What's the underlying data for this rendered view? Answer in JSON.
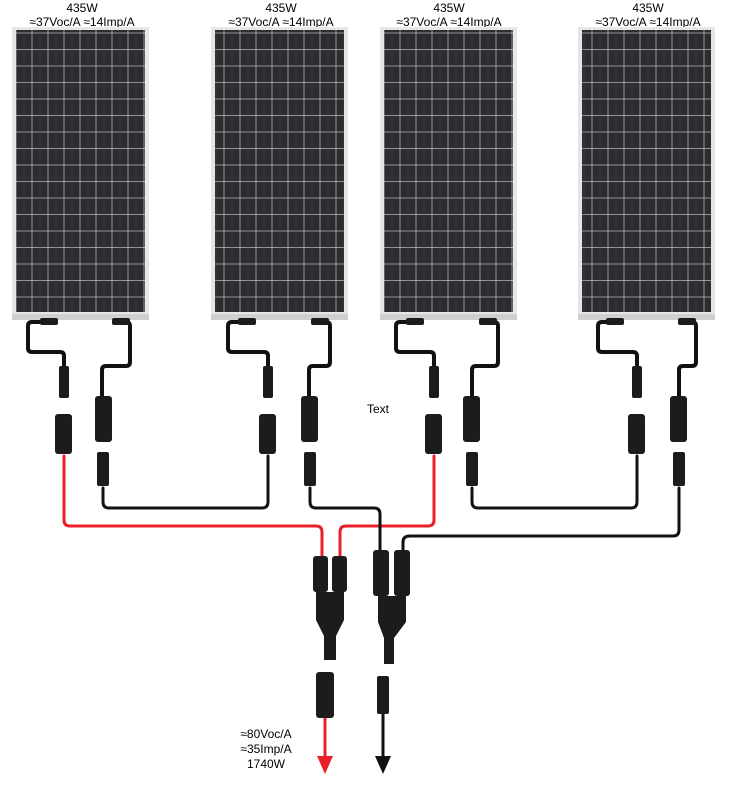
{
  "panels": [
    {
      "rating": "435W",
      "specs": "≈37Voc/A  ≈14Imp/A"
    },
    {
      "rating": "435W",
      "specs": "≈37Voc/A  ≈14Imp/A"
    },
    {
      "rating": "435W",
      "specs": "≈37Voc/A  ≈14Imp/A"
    },
    {
      "rating": "435W",
      "specs": "≈37Voc/A  ≈14Imp/A"
    }
  ],
  "center_label": "Text",
  "output": {
    "voc": "≈80Voc/A",
    "imp": "≈35Imp/A",
    "power": "1740W"
  },
  "colors": {
    "positive_wire": "#e8202a",
    "negative_wire": "#111111",
    "panel_cell": "#2b2c30",
    "panel_frame": "#d8d8d8",
    "connector": "#1c1c1c"
  }
}
